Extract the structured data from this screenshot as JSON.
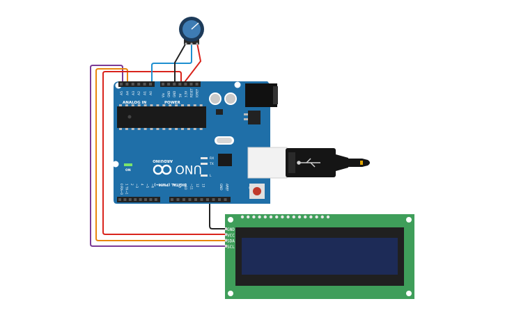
{
  "board": {
    "brand": "ARDUINO",
    "model": "UNO",
    "on_label": "ON",
    "header_analog": "ANALOG IN",
    "header_power": "POWER",
    "header_digital": "DIGITAL (PWM~)",
    "analog_pins": [
      "A5",
      "A4",
      "A3",
      "A2",
      "A1",
      "A0"
    ],
    "power_pins": [
      "Vin",
      "GND",
      "GND",
      "5V",
      "3.3V",
      "RESET",
      "IOREF"
    ],
    "digital_pins": [
      "0 RX←0",
      "1 TX→1",
      "2",
      "~3",
      "4",
      "~5",
      "~6",
      "7",
      "8",
      "~9",
      "~10",
      "~11",
      "12",
      "13",
      "GND",
      "AREF"
    ],
    "led_labels": [
      "RX",
      "TX",
      "L"
    ]
  },
  "lcd": {
    "pin_labels": [
      "GND",
      "VCC",
      "SDA",
      "SCL"
    ]
  },
  "colors": {
    "board": "#1f6fa8",
    "lcd_pcb": "#3f9e5a",
    "lcd_screen": "#1d2b57",
    "wire_red": "#d9241c",
    "wire_orange": "#e8860c",
    "wire_purple": "#7b3a96",
    "wire_blue": "#1e8fd0",
    "wire_black": "#222222"
  },
  "components": {
    "potentiometer": "potentiometer-knob",
    "usb": "usb-b-cable"
  }
}
